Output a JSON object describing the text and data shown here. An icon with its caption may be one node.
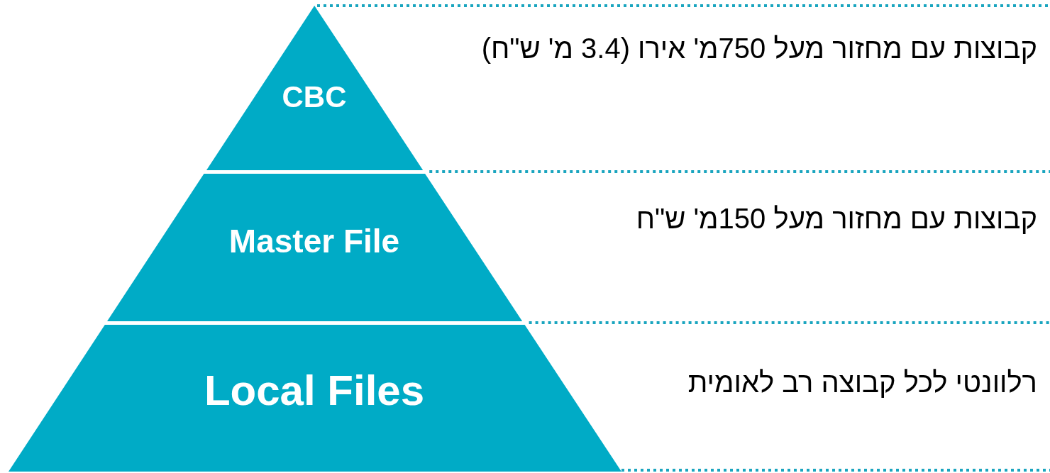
{
  "diagram": {
    "nodes": [
      {
        "text": [
          "CBC"
        ]
      },
      {
        "text": [
          "Master File"
        ]
      },
      {
        "text": [
          "Local Files"
        ]
      }
    ],
    "labels": [
      "קבוצות עם מחזור מעל 750מ' אירו (3.4 מ' ש\"ח)",
      "קבוצות עם מחזור מעל 150מ' ש\"ח",
      "רלוונטי לכל קבוצה רב לאומית"
    ]
  }
}
